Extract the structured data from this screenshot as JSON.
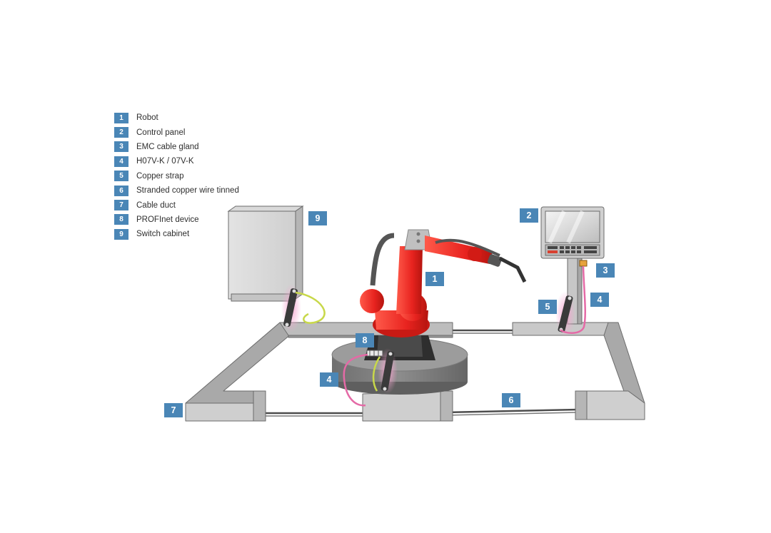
{
  "legend": [
    {
      "number": "1",
      "label": "Robot"
    },
    {
      "number": "2",
      "label": "Control panel"
    },
    {
      "number": "3",
      "label": "EMC cable gland"
    },
    {
      "number": "4",
      "label": "H07V-K / 07V-K"
    },
    {
      "number": "5",
      "label": "Copper strap"
    },
    {
      "number": "6",
      "label": "Stranded copper wire tinned"
    },
    {
      "number": "7",
      "label": "Cable duct"
    },
    {
      "number": "8",
      "label": "PROFInet device"
    },
    {
      "number": "9",
      "label": "Switch cabinet"
    }
  ],
  "callouts": {
    "robot": "1",
    "control_panel": "2",
    "emc_cable_gland": "3",
    "h07vk_right": "4",
    "h07vk_left": "4",
    "copper_strap": "5",
    "stranded_wire": "6",
    "cable_duct": "7",
    "profinet_device": "8",
    "switch_cabinet": "9"
  },
  "colors": {
    "badge": "#4a86b6",
    "robot": "#e8231f",
    "duct": "#bdbdbd",
    "cable_pink": "#e46aa6",
    "cable_yellow_green": "#c8d84a",
    "strap_glow": "#f5a6d0"
  }
}
